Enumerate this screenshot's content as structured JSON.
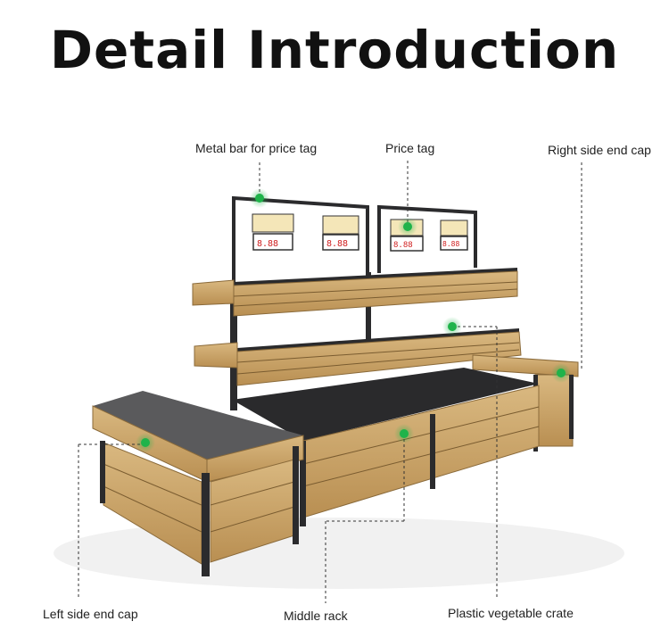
{
  "title": "Detail Introduction",
  "callouts": {
    "metal_bar": "Metal bar for price tag",
    "price_tag": "Price tag",
    "right_cap": "Right side end cap",
    "left_cap": "Left side  end cap",
    "middle_rack": "Middle rack",
    "plastic_crate": "Plastic vegetable crate"
  },
  "price_tags": [
    "8.88",
    "8.88",
    "8.88",
    "8.88"
  ],
  "colors": {
    "wood": "#c8a56b",
    "frame": "#2b2b2d",
    "crate": "#2a2a2c",
    "marker": "#1fb34a"
  }
}
